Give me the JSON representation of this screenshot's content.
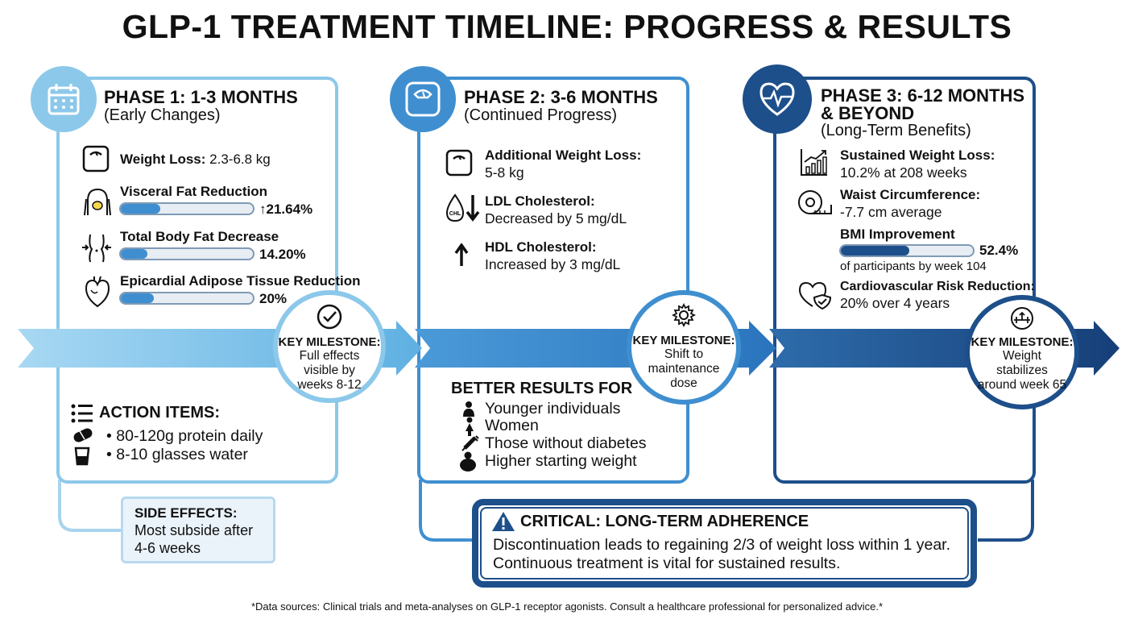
{
  "title": "GLP-1 TREATMENT TIMELINE: PROGRESS & RESULTS",
  "colors": {
    "phase1": "#8cc8ea",
    "phase2": "#3f8fd0",
    "phase3": "#1d4f8a",
    "bar_fill_1": "#3f8fd0",
    "bar_fill_3": "#1d4f8a"
  },
  "phase1": {
    "icon": "calendar-icon",
    "title": "PHASE 1: 1-3 MONTHS",
    "subtitle": "(Early Changes)",
    "weight_label": "Weight Loss:",
    "weight_value": "2.3-6.8 kg",
    "metrics": [
      {
        "label": "Visceral Fat Reduction",
        "value_text": "21.64%",
        "fill": 0.3,
        "arrow": "↑"
      },
      {
        "label": "Total Body Fat Decrease",
        "value_text": "14.20%",
        "fill": 0.2
      },
      {
        "label": "Epicardial Adipose Tissue Reduction",
        "value_text": "20%",
        "fill": 0.25
      }
    ],
    "milestone": {
      "title": "KEY MILESTONE:",
      "text": "Full effects visible by weeks 8-12"
    },
    "action_title": "ACTION ITEMS:",
    "actions": [
      "80-120g protein daily",
      "8-10 glasses water"
    ],
    "side_title": "SIDE EFFECTS:",
    "side_text": "Most subside after 4-6 weeks"
  },
  "phase2": {
    "icon": "scale-icon",
    "title": "PHASE 2: 3-6 MONTHS",
    "subtitle": "(Continued Progress)",
    "items": [
      {
        "label": "Additional Weight Loss:",
        "value": "5-8 kg"
      },
      {
        "label": "LDL Cholesterol:",
        "value": "Decreased by 5 mg/dL"
      },
      {
        "label": "HDL Cholesterol:",
        "value": "Increased by 3 mg/dL"
      }
    ],
    "ldl_icon_text": "CHL",
    "milestone": {
      "title": "KEY MILESTONE:",
      "text": "Shift to maintenance dose"
    },
    "better_title": "BETTER RESULTS FOR",
    "better": [
      "Younger individuals",
      "Women",
      "Those without diabetes",
      "Higher starting weight"
    ]
  },
  "phase3": {
    "icon": "heart-pulse-icon",
    "title_line1": "PHASE 3: 6-12 MONTHS",
    "title_line2": "& BEYOND",
    "subtitle": "(Long-Term Benefits)",
    "items": [
      {
        "label": "Sustained Weight Loss:",
        "value": "10.2% at 208 weeks"
      },
      {
        "label": "Waist Circumference:",
        "value": "-7.7 cm average"
      }
    ],
    "bmi": {
      "label": "BMI Improvement",
      "value_text": "52.4%",
      "fill": 0.52,
      "note": "of participants by week 104"
    },
    "cardio": {
      "label": "Cardiovascular Risk Reduction:",
      "value": "20% over 4 years"
    },
    "milestone": {
      "title": "KEY MILESTONE:",
      "text": "Weight stabilizes around week 65"
    }
  },
  "critical": {
    "title": "CRITICAL: LONG-TERM ADHERENCE",
    "line1": "Discontinuation leads to regaining 2/3 of weight loss within 1 year.",
    "line2": "Continuous treatment is vital for sustained results."
  },
  "footer": "*Data sources: Clinical trials and meta-analyses on GLP-1 receptor agonists. Consult a healthcare professional for personalized advice.*"
}
